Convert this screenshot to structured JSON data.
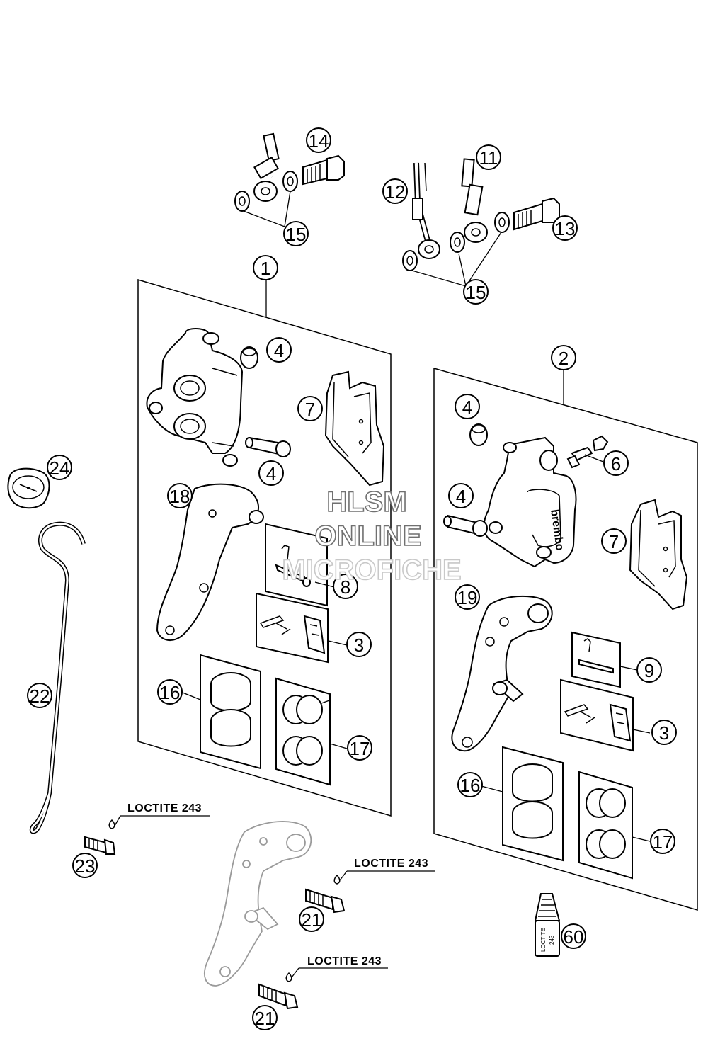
{
  "callouts": [
    {
      "id": "c14",
      "label": "14"
    },
    {
      "id": "c11",
      "label": "11"
    },
    {
      "id": "c12",
      "label": "12"
    },
    {
      "id": "c15a",
      "label": "15"
    },
    {
      "id": "c13",
      "label": "13"
    },
    {
      "id": "c15b",
      "label": "15"
    },
    {
      "id": "c1",
      "label": "1"
    },
    {
      "id": "c4a",
      "label": "4"
    },
    {
      "id": "c7a",
      "label": "7"
    },
    {
      "id": "c4b",
      "label": "4"
    },
    {
      "id": "c2",
      "label": "2"
    },
    {
      "id": "c4c",
      "label": "4"
    },
    {
      "id": "c6",
      "label": "6"
    },
    {
      "id": "c24",
      "label": "24"
    },
    {
      "id": "c18",
      "label": "18"
    },
    {
      "id": "c4d",
      "label": "4"
    },
    {
      "id": "c7b",
      "label": "7"
    },
    {
      "id": "c8",
      "label": "8"
    },
    {
      "id": "c19",
      "label": "19"
    },
    {
      "id": "c3a",
      "label": "3"
    },
    {
      "id": "c9",
      "label": "9"
    },
    {
      "id": "c22",
      "label": "22"
    },
    {
      "id": "c16a",
      "label": "16"
    },
    {
      "id": "c3b",
      "label": "3"
    },
    {
      "id": "c17a",
      "label": "17"
    },
    {
      "id": "c16b",
      "label": "16"
    },
    {
      "id": "c17b",
      "label": "17"
    },
    {
      "id": "c23",
      "label": "23"
    },
    {
      "id": "c21a",
      "label": "21"
    },
    {
      "id": "c60",
      "label": "60"
    },
    {
      "id": "c21b",
      "label": "21"
    }
  ],
  "notes": {
    "loctite_1": "LOCTITE 243",
    "loctite_2": "LOCTITE 243",
    "loctite_3": "LOCTITE 243"
  },
  "labels": {
    "caliper_brand": "brembo",
    "tube_text_1": "LOCTITE",
    "tube_text_2": "243"
  },
  "watermark": {
    "line1": "HLSM",
    "line2": "ONLINE",
    "line3": "MICROFICHE"
  }
}
